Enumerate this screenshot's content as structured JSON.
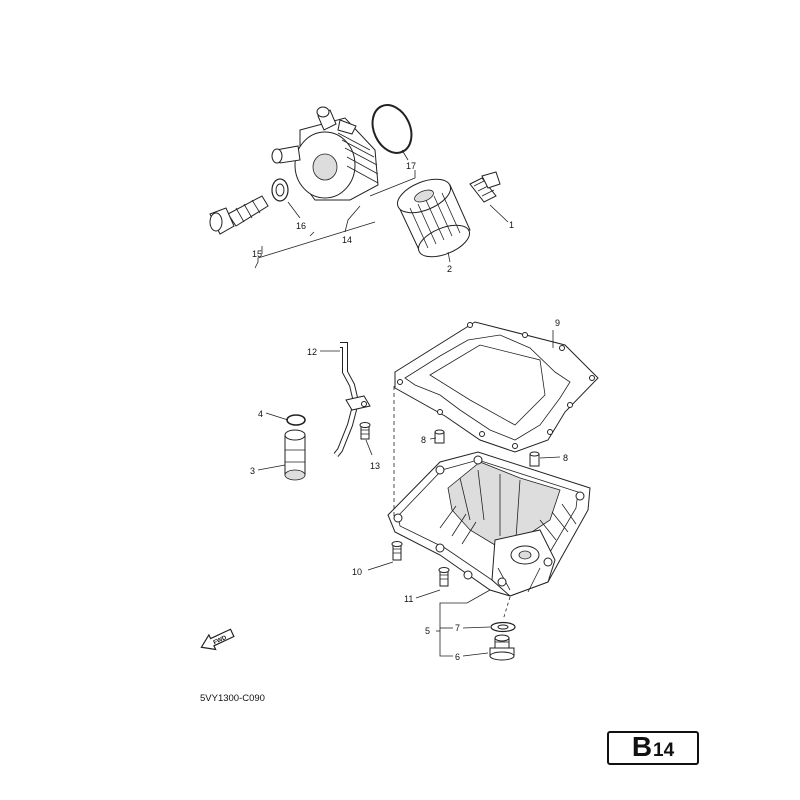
{
  "callouts": {
    "c1": "1",
    "c2": "2",
    "c3": "3",
    "c4": "4",
    "c5": "5",
    "c6": "6",
    "c7": "7",
    "c8a": "8",
    "c8b": "8",
    "c9": "9",
    "c10": "10",
    "c11": "11",
    "c12": "12",
    "c13": "13",
    "c14": "14",
    "c15": "15",
    "c16": "16",
    "c17": "17"
  },
  "fwd_arrow": {
    "text": "FWD",
    "icon": "fwd-arrow-icon"
  },
  "drawing_code": "5VY1300-C090",
  "page_badge": {
    "letter": "B",
    "number": "14"
  }
}
